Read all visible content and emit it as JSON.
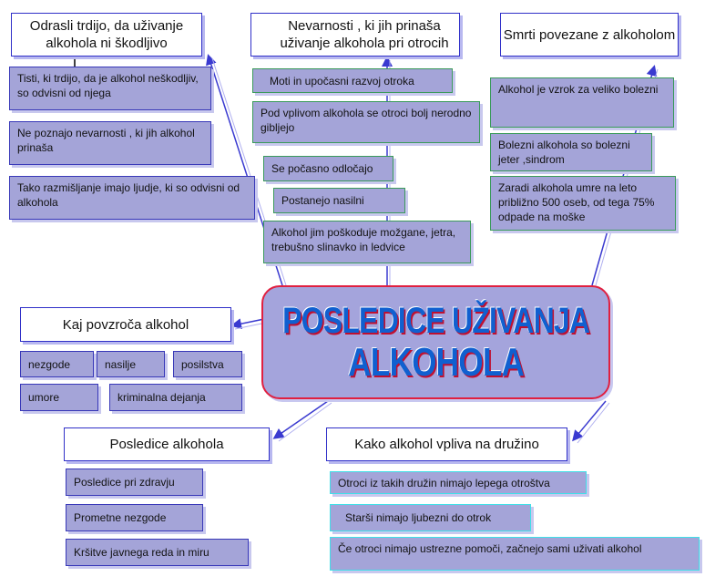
{
  "center": {
    "line1": "POSLEDICE UŽIVANJA",
    "line2": "ALKOHOLA"
  },
  "branches": [
    {
      "title": "Odrasli trdijo, da uživanje alkohola ni škodljivo",
      "items": [
        "Tisti, ki trdijo, da je alkohol neškodljiv, so odvisni od njega",
        "Ne poznajo nevarnosti , ki jih alkohol prinaša",
        "Tako razmišljanje imajo ljudje, ki so odvisni od alkohola"
      ]
    },
    {
      "title": "Nevarnosti , ki jih prinaša uživanje alkohola pri otrocih",
      "items": [
        "Moti in upočasni razvoj otroka",
        "Pod vplivom alkohola se otroci bolj nerodno gibljejo",
        "Se počasno odločajo",
        "Postanejo nasilni",
        "Alkohol  jim poškoduje možgane, jetra, trebušno slinavko in ledvice"
      ]
    },
    {
      "title": "Smrti povezane z alkoholom",
      "items": [
        "Alkohol je vzrok za veliko bolezni",
        "Bolezni alkohola so bolezni jeter ,sindrom",
        "Zaradi alkohola umre na leto približno 500 oseb, od tega 75% odpade na moške"
      ]
    },
    {
      "title": "Kaj povzroča alkohol",
      "items": [
        "nezgode",
        "nasilje",
        "posilstva",
        "umore",
        "kriminalna dejanja"
      ]
    },
    {
      "title": "Posledice alkohola",
      "items": [
        "Posledice pri zdravju",
        "Prometne nezgode",
        "Kršitve javnega reda in miru"
      ]
    },
    {
      "title": "Kako alkohol vpliva na družino",
      "items": [
        "Otroci iz takih družin nimajo lepega otroštva",
        "Starši nimajo ljubezni do otrok",
        "Če otroci nimajo ustrezne pomoči, začnejo sami uživati alkohol"
      ]
    }
  ]
}
